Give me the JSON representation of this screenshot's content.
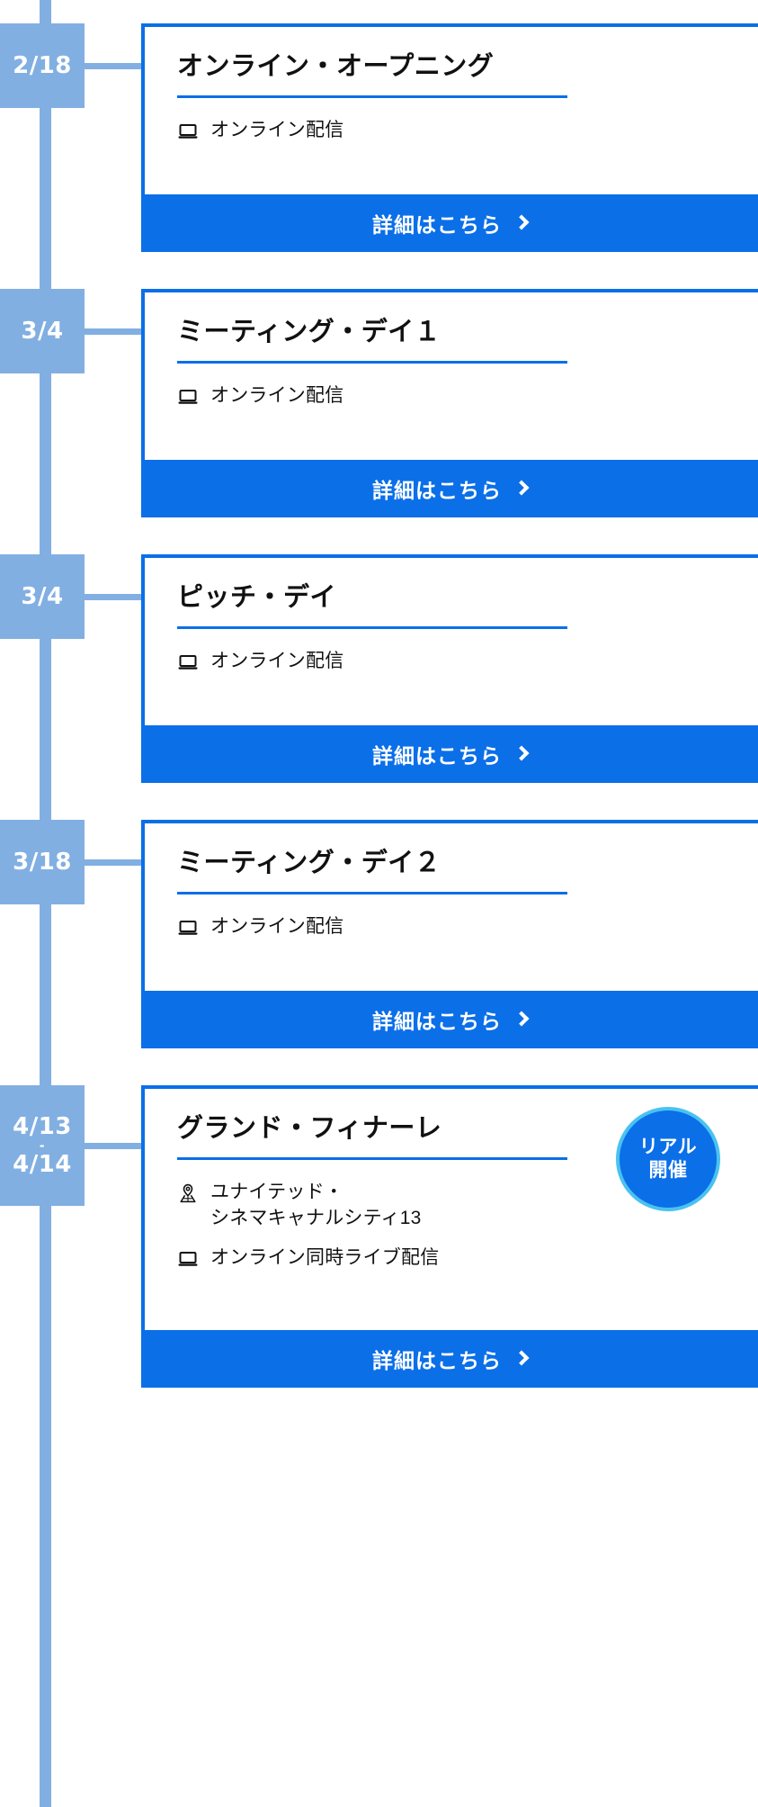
{
  "timeline": {
    "accent_blue": "#0b6fe8",
    "light_blue": "#82afe2",
    "cyan_ring": "#49c2f0",
    "events": [
      {
        "date": "2/18",
        "date_end": "",
        "title": "オンライン・オープニング",
        "meta": [
          {
            "icon": "laptop-icon",
            "text": "オンライン配信"
          }
        ],
        "cta_label": "詳細はこちら",
        "badge": ""
      },
      {
        "date": "3/4",
        "date_end": "",
        "title": "ミーティング・デイ１",
        "meta": [
          {
            "icon": "laptop-icon",
            "text": "オンライン配信"
          }
        ],
        "cta_label": "詳細はこちら",
        "badge": ""
      },
      {
        "date": "3/4",
        "date_end": "",
        "title": "ピッチ・デイ",
        "meta": [
          {
            "icon": "laptop-icon",
            "text": "オンライン配信"
          }
        ],
        "cta_label": "詳細はこちら",
        "badge": ""
      },
      {
        "date": "3/18",
        "date_end": "",
        "title": "ミーティング・デイ２",
        "meta": [
          {
            "icon": "laptop-icon",
            "text": "オンライン配信"
          }
        ],
        "cta_label": "詳細はこちら",
        "badge": ""
      },
      {
        "date": "4/13",
        "date_sep": "-",
        "date_end": "4/14",
        "title": "グランド・フィナーレ",
        "meta": [
          {
            "icon": "map-pin-icon",
            "text": "ユナイテッド・\nシネマキャナルシティ13"
          },
          {
            "icon": "laptop-icon",
            "text": "オンライン同時ライブ配信"
          }
        ],
        "cta_label": "詳細はこちら",
        "badge_line1": "リアル",
        "badge_line2": "開催"
      }
    ]
  }
}
